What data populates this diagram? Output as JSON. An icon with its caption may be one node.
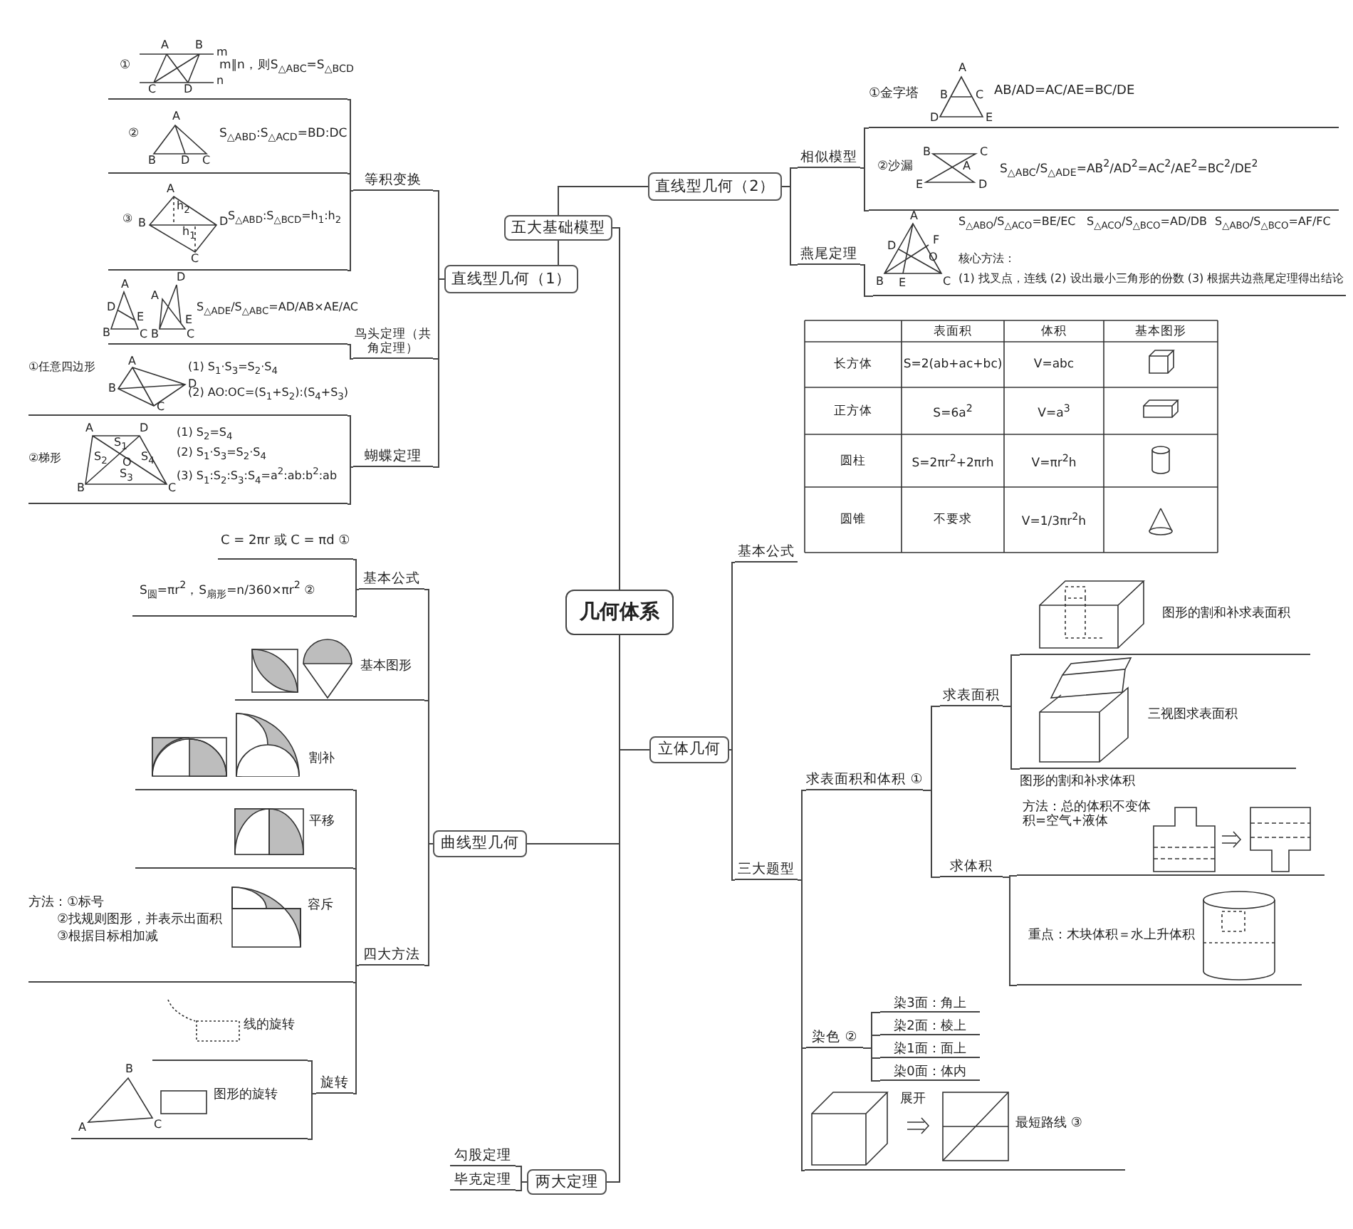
{
  "diagram": {
    "nodes": [
      {
        "text": [
          "几何体系"
        ]
      },
      {
        "text": [
          "五大基础模型"
        ]
      },
      {
        "text": [
          "直线型几何（1）"
        ]
      },
      {
        "text": [
          "直线型几何（2）"
        ]
      },
      {
        "text": [
          "曲线型几何"
        ]
      },
      {
        "text": [
          "立体几何"
        ]
      },
      {
        "text": [
          "两大定理"
        ]
      },
      {
        "text": [
          "等积变换"
        ]
      },
      {
        "text": [
          "鸟头定理（共角定理）"
        ]
      },
      {
        "text": [
          "蝴蝶定理"
        ]
      },
      {
        "text": [
          "①",
          "m∥n，则S$_{△ABC}$=S$_{△BCD}$"
        ]
      },
      {
        "text": [
          "②",
          "S$_{△ABD}$:S$_{△ACD}$=BD:DC"
        ]
      },
      {
        "text": [
          "③",
          "S$_{△ABD}$:S$_{△BCD}$=h$_{1}$:h$_{2}$"
        ]
      },
      {
        "text": [
          "S$_{△ADE}$/S$_{△ABC}$=AD/AB×AE/AC"
        ]
      },
      {
        "text": [
          "①任意四边形",
          "(1) S$_{1}$·S$_{3}$=S$_{2}$·S$_{4}$",
          "(2) AO:OC=(S$_{1}$+S$_{2}$):(S$_{4}$+S$_{3}$)"
        ]
      },
      {
        "text": [
          "②梯形",
          "(1) S$_{2}$=S$_{4}$",
          "(2) S$_{1}$·S$_{3}$=S$_{2}$·S$_{4}$",
          "(3) S$_{1}$:S$_{2}$:S$_{3}$:S$_{4}$=a$^{2}$:ab:b$^{2}$:ab"
        ]
      },
      {
        "text": [
          "相似模型"
        ]
      },
      {
        "text": [
          "燕尾定理"
        ]
      },
      {
        "text": [
          "①金字塔",
          "AB/AD=AC/AE=BC/DE"
        ]
      },
      {
        "text": [
          "②沙漏",
          "S$_{△ABC}$/S$_{△ADE}$=AB$^{2}$/AD$^{2}$=AC$^{2}$/AE$^{2}$=BC$^{2}$/DE$^{2}$"
        ]
      },
      {
        "text": [
          "S$_{△ABO}$/S$_{△ACO}$=BE/EC",
          "S$_{△ACO}$/S$_{△BCO}$=AD/DB",
          "S$_{△ABO}$/S$_{△BCO}$=AF/FC",
          "核心方法：",
          "(1) 找叉点，连线 (2) 设出最小三角形的份数 (3) 根据共边燕尾定理得出结论"
        ]
      },
      {
        "text": [
          "基本公式"
        ]
      },
      {
        "text": [
          "三大题型"
        ]
      },
      {
        "text": [
          "求表面积和体积 ①"
        ]
      },
      {
        "text": [
          "染色 ②"
        ]
      },
      {
        "text": [
          "最短路线 ③"
        ]
      },
      {
        "text": [
          "求表面积"
        ]
      },
      {
        "text": [
          "求体积"
        ]
      },
      {
        "text": [
          "图形的割和补求表面积"
        ]
      },
      {
        "text": [
          "三视图求表面积"
        ]
      },
      {
        "text": [
          "图形的割和补求体积",
          "方法：总的体积不变体积=空气+液体"
        ]
      },
      {
        "text": [
          "重点：木块体积＝水上升体积"
        ]
      },
      {
        "text": [
          "染3面：角上"
        ]
      },
      {
        "text": [
          "染2面：棱上"
        ]
      },
      {
        "text": [
          "染1面：面上"
        ]
      },
      {
        "text": [
          "染0面：体内"
        ]
      },
      {
        "text": [
          "基本公式"
        ]
      },
      {
        "text": [
          "基本图形"
        ]
      },
      {
        "text": [
          "四大方法"
        ]
      },
      {
        "text": [
          "C = 2πr 或 C = πd ①"
        ]
      },
      {
        "text": [
          "S$_{圆}$=πr$^{2}$，S$_{扇形}$=n/360×πr$^{2}$ ②"
        ]
      },
      {
        "text": [
          "割补"
        ]
      },
      {
        "text": [
          "平移"
        ]
      },
      {
        "text": [
          "方法：①标号",
          "②找规则图形，并表示出面积",
          "③根据目标相加减",
          "容斥"
        ]
      },
      {
        "text": [
          "旋转"
        ]
      },
      {
        "text": [
          "线的旋转"
        ]
      },
      {
        "text": [
          "图形的旋转"
        ]
      },
      {
        "text": [
          "勾股定理"
        ]
      },
      {
        "text": [
          "毕克定理"
        ]
      }
    ],
    "edges": [
      {
        "from": 0,
        "to": 1,
        "arrow": "none"
      },
      {
        "from": 1,
        "to": 2,
        "arrow": "none"
      },
      {
        "from": 1,
        "to": 3,
        "arrow": "none"
      },
      {
        "from": 0,
        "to": 4,
        "arrow": "none"
      },
      {
        "from": 0,
        "to": 5,
        "arrow": "none"
      },
      {
        "from": 0,
        "to": 6,
        "arrow": "none"
      },
      {
        "from": 2,
        "to": 7,
        "arrow": "none"
      },
      {
        "from": 2,
        "to": 8,
        "arrow": "none"
      },
      {
        "from": 2,
        "to": 9,
        "arrow": "none"
      },
      {
        "from": 7,
        "to": 10,
        "arrow": "none"
      },
      {
        "from": 7,
        "to": 11,
        "arrow": "none"
      },
      {
        "from": 7,
        "to": 12,
        "arrow": "none"
      },
      {
        "from": 8,
        "to": 13,
        "arrow": "none"
      },
      {
        "from": 9,
        "to": 14,
        "arrow": "none"
      },
      {
        "from": 9,
        "to": 15,
        "arrow": "none"
      },
      {
        "from": 3,
        "to": 16,
        "arrow": "none"
      },
      {
        "from": 3,
        "to": 17,
        "arrow": "none"
      },
      {
        "from": 16,
        "to": 18,
        "arrow": "none"
      },
      {
        "from": 16,
        "to": 19,
        "arrow": "none"
      },
      {
        "from": 17,
        "to": 20,
        "arrow": "none"
      },
      {
        "from": 5,
        "to": 21,
        "arrow": "none"
      },
      {
        "from": 5,
        "to": 22,
        "arrow": "none"
      },
      {
        "from": 22,
        "to": 23,
        "arrow": "none"
      },
      {
        "from": 22,
        "to": 24,
        "arrow": "none"
      },
      {
        "from": 22,
        "to": 25,
        "arrow": "none"
      },
      {
        "from": 23,
        "to": 26,
        "arrow": "none"
      },
      {
        "from": 23,
        "to": 27,
        "arrow": "none"
      },
      {
        "from": 26,
        "to": 28,
        "arrow": "none"
      },
      {
        "from": 26,
        "to": 29,
        "arrow": "none"
      },
      {
        "from": 27,
        "to": 30,
        "arrow": "none"
      },
      {
        "from": 27,
        "to": 31,
        "arrow": "none"
      },
      {
        "from": 24,
        "to": 32,
        "arrow": "none"
      },
      {
        "from": 24,
        "to": 33,
        "arrow": "none"
      },
      {
        "from": 24,
        "to": 34,
        "arrow": "none"
      },
      {
        "from": 24,
        "to": 35,
        "arrow": "none"
      },
      {
        "from": 4,
        "to": 36,
        "arrow": "none"
      },
      {
        "from": 4,
        "to": 37,
        "arrow": "none"
      },
      {
        "from": 4,
        "to": 38,
        "arrow": "none"
      },
      {
        "from": 36,
        "to": 39,
        "arrow": "none"
      },
      {
        "from": 36,
        "to": 40,
        "arrow": "none"
      },
      {
        "from": 38,
        "to": 41,
        "arrow": "none"
      },
      {
        "from": 38,
        "to": 42,
        "arrow": "none"
      },
      {
        "from": 38,
        "to": 43,
        "arrow": "none"
      },
      {
        "from": 38,
        "to": 44,
        "arrow": "none"
      },
      {
        "from": 44,
        "to": 45,
        "arrow": "none"
      },
      {
        "from": 44,
        "to": 46,
        "arrow": "none"
      },
      {
        "from": 6,
        "to": 47,
        "arrow": "none"
      },
      {
        "from": 6,
        "to": 48,
        "arrow": "none"
      }
    ],
    "labels": [
      "A",
      "B",
      "C",
      "D",
      "m",
      "n",
      "A",
      "B",
      "D",
      "C",
      "A",
      "B",
      "D",
      "C",
      "h$_{2}$",
      "h$_{1}$",
      "A",
      "D",
      "E",
      "B",
      "C",
      "A",
      "D",
      "E",
      "B",
      "C",
      "A",
      "B",
      "C",
      "D",
      "A",
      "D",
      "B",
      "C",
      "O",
      "S$_{1}$",
      "S$_{2}$",
      "S$_{3}$",
      "S$_{4}$",
      "A",
      "B",
      "C",
      "D",
      "E",
      "B",
      "C",
      "A",
      "E",
      "D",
      "A",
      "D",
      "F",
      "O",
      "B",
      "E",
      "C",
      "B",
      "A",
      "C",
      "表面积",
      "体积",
      "基本图形",
      "长方体",
      "S=2(ab+ac+bc)",
      "V=abc",
      "正方体",
      "S=6a$^{2}$",
      "V=a$^{3}$",
      "圆柱",
      "S=2πr$^{2}$+2πrh",
      "V=πr$^{2}$h",
      "圆锥",
      "不要求",
      "V=1/3πr$^{2}$h",
      "展开"
    ]
  }
}
